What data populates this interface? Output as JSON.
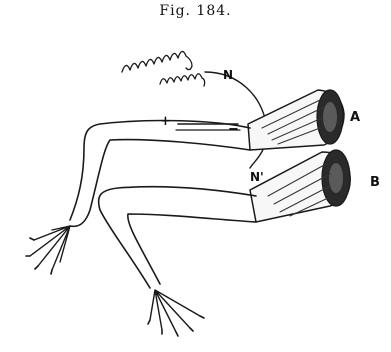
{
  "figure": {
    "caption": "Fig. 184.",
    "labels": {
      "nerve_top": "N",
      "nerve_bottom": "N'",
      "preparation_a": "A",
      "preparation_b": "B",
      "plus_sign": "+",
      "minus_sign": "−"
    }
  }
}
